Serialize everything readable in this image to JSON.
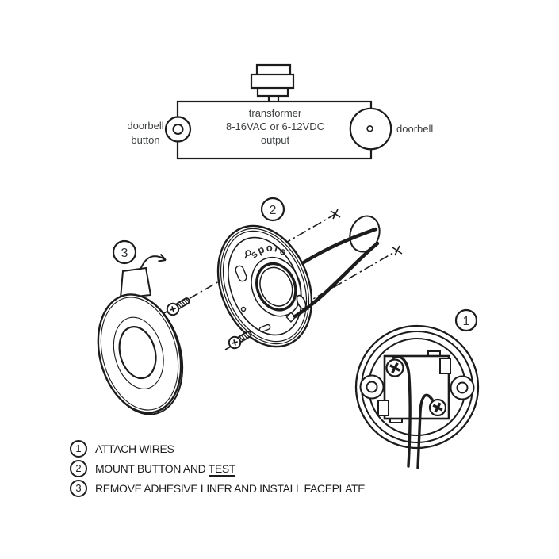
{
  "circuit": {
    "left_device_label_line1": "doorbell",
    "left_device_label_line2": "button",
    "transformer_label_line1": "transformer",
    "transformer_label_line2": "8-16VAC or 6-12VDC",
    "transformer_label_line3": "output",
    "right_device_label": "doorbell"
  },
  "callouts": {
    "part1": "1",
    "part2": "2",
    "part3": "3"
  },
  "brand": {
    "engraving": "spore"
  },
  "legend": {
    "items": [
      {
        "number": "1",
        "text": "ATTACH WIRES",
        "underlined": ""
      },
      {
        "number": "2",
        "text": "MOUNT BUTTON AND ",
        "underlined": "TEST"
      },
      {
        "number": "3",
        "text": "REMOVE ADHESIVE LINER AND INSTALL FACEPLATE",
        "underlined": ""
      }
    ]
  },
  "colors": {
    "line": "#1c1c1c",
    "label_text": "#3d4042",
    "legend_text": "#1f1f1f",
    "background": "#ffffff"
  }
}
